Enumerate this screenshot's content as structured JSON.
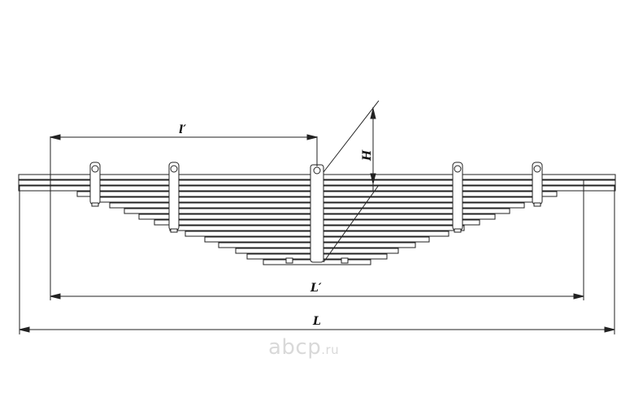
{
  "drawing": {
    "labels": {
      "l_prime": "l′",
      "L_prime": "L′",
      "L": "L",
      "H": "H"
    },
    "leaf_count": 16
  },
  "watermark": {
    "text": "abcp",
    "suffix": ".ru"
  }
}
